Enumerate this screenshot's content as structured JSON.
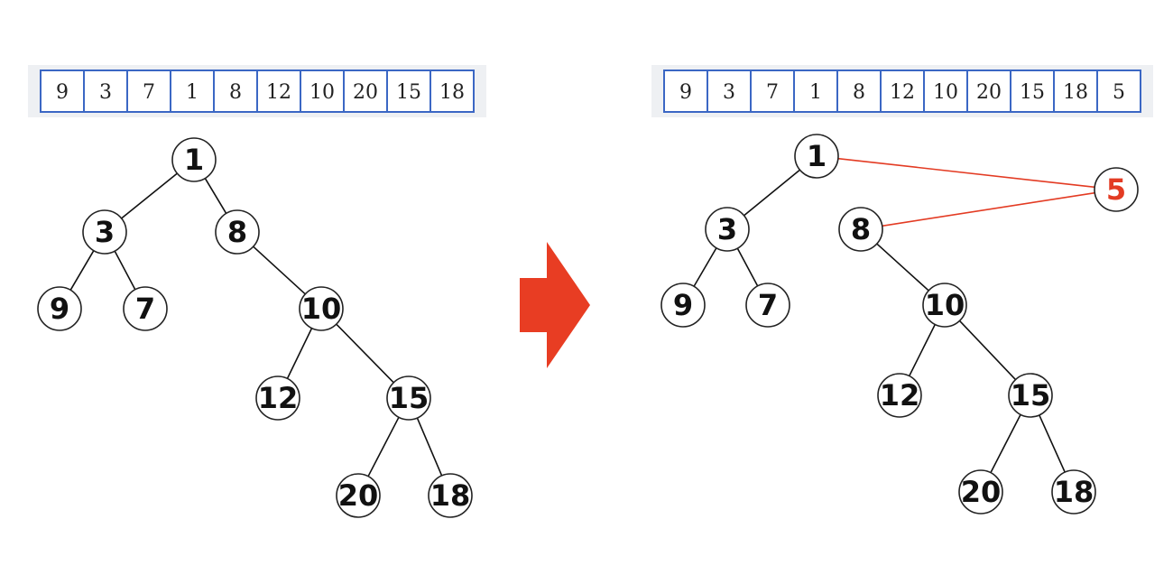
{
  "colors": {
    "accent": "#e83d23",
    "array_border": "#3b67c4",
    "ink": "#111111"
  },
  "left": {
    "array": [
      "9",
      "3",
      "7",
      "1",
      "8",
      "12",
      "10",
      "20",
      "15",
      "18"
    ],
    "nodes": [
      {
        "id": "n1",
        "label": "1"
      },
      {
        "id": "n3",
        "label": "3"
      },
      {
        "id": "n8",
        "label": "8"
      },
      {
        "id": "n9",
        "label": "9"
      },
      {
        "id": "n7",
        "label": "7"
      },
      {
        "id": "n10",
        "label": "10"
      },
      {
        "id": "n12",
        "label": "12"
      },
      {
        "id": "n15",
        "label": "15"
      },
      {
        "id": "n20",
        "label": "20"
      },
      {
        "id": "n18",
        "label": "18"
      }
    ],
    "edges": [
      {
        "from": "n1",
        "to": "n3"
      },
      {
        "from": "n1",
        "to": "n8"
      },
      {
        "from": "n3",
        "to": "n9"
      },
      {
        "from": "n3",
        "to": "n7"
      },
      {
        "from": "n8",
        "to": "n10"
      },
      {
        "from": "n10",
        "to": "n12"
      },
      {
        "from": "n10",
        "to": "n15"
      },
      {
        "from": "n15",
        "to": "n20"
      },
      {
        "from": "n15",
        "to": "n18"
      }
    ]
  },
  "arrow_icon": "right-arrow-icon",
  "right": {
    "array": [
      "9",
      "3",
      "7",
      "1",
      "8",
      "12",
      "10",
      "20",
      "15",
      "18",
      "5"
    ],
    "nodes": [
      {
        "id": "r1",
        "label": "1"
      },
      {
        "id": "r3",
        "label": "3"
      },
      {
        "id": "r8",
        "label": "8"
      },
      {
        "id": "r9",
        "label": "9"
      },
      {
        "id": "r7",
        "label": "7"
      },
      {
        "id": "r10",
        "label": "10"
      },
      {
        "id": "r12",
        "label": "12"
      },
      {
        "id": "r15",
        "label": "15"
      },
      {
        "id": "r20",
        "label": "20"
      },
      {
        "id": "r18",
        "label": "18"
      },
      {
        "id": "r5",
        "label": "5",
        "highlight": true
      }
    ],
    "edges": [
      {
        "from": "r1",
        "to": "r3"
      },
      {
        "from": "r3",
        "to": "r9"
      },
      {
        "from": "r3",
        "to": "r7"
      },
      {
        "from": "r8",
        "to": "r10"
      },
      {
        "from": "r10",
        "to": "r12"
      },
      {
        "from": "r10",
        "to": "r15"
      },
      {
        "from": "r15",
        "to": "r20"
      },
      {
        "from": "r15",
        "to": "r18"
      },
      {
        "from": "r1",
        "to": "r5",
        "highlight": true
      },
      {
        "from": "r8",
        "to": "r5",
        "highlight": true
      }
    ]
  }
}
